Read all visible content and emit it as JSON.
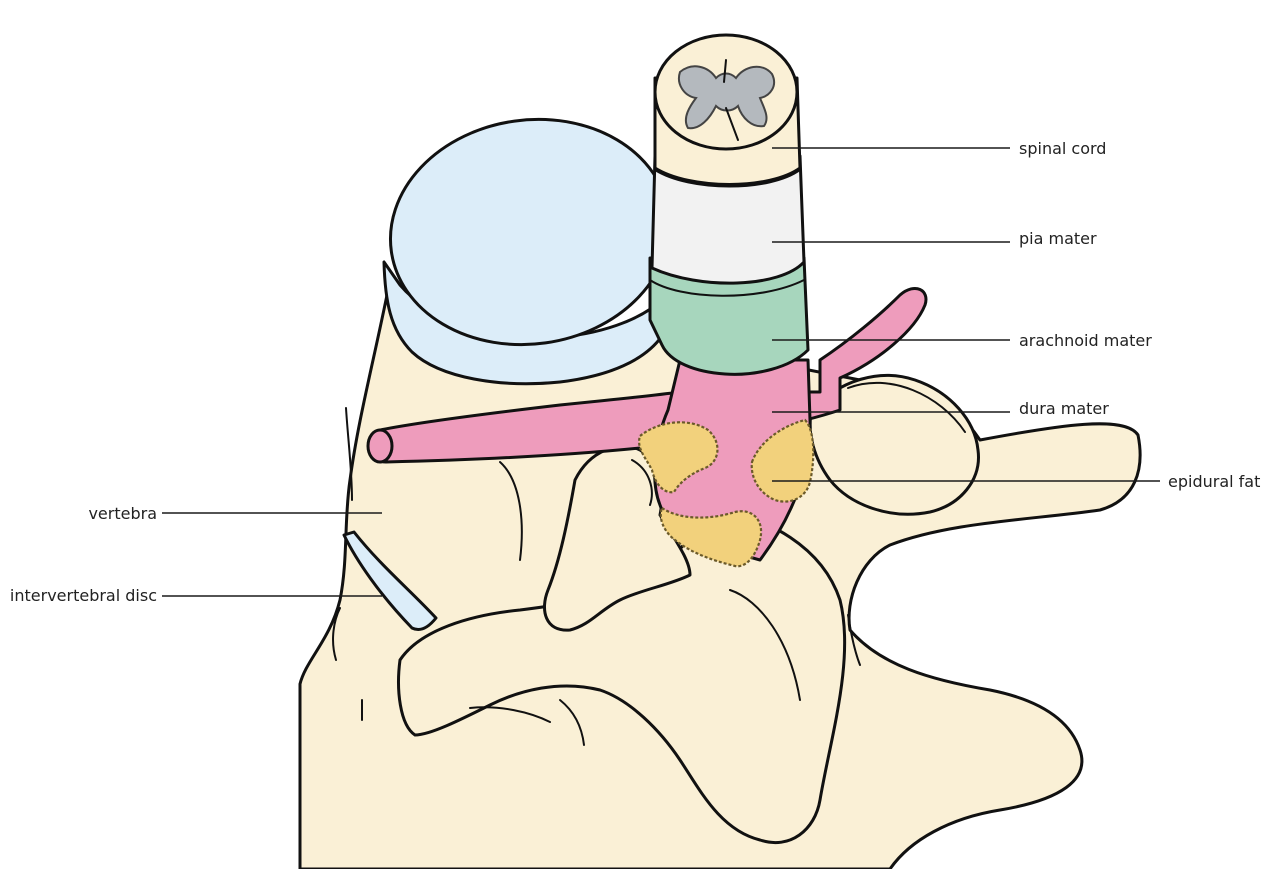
{
  "colors": {
    "bone": "#faf0d6",
    "disc": "#dcedf9",
    "pia_mater": "#f2f2f2",
    "arachnoid_mater": "#a7d6bd",
    "dura_mater": "#ee9cbc",
    "epidural_fat": "#f2d17c",
    "grey_matter": "#b4b9be",
    "outline": "#111111"
  },
  "labels": {
    "spinal_cord": "spinal cord",
    "pia_mater": "pia mater",
    "arachnoid_mater": "arachnoid mater",
    "dura_mater": "dura mater",
    "epidural_fat": "epidural fat",
    "vertebra": "vertebra",
    "intervertebral_disc": "intervertebral disc"
  }
}
